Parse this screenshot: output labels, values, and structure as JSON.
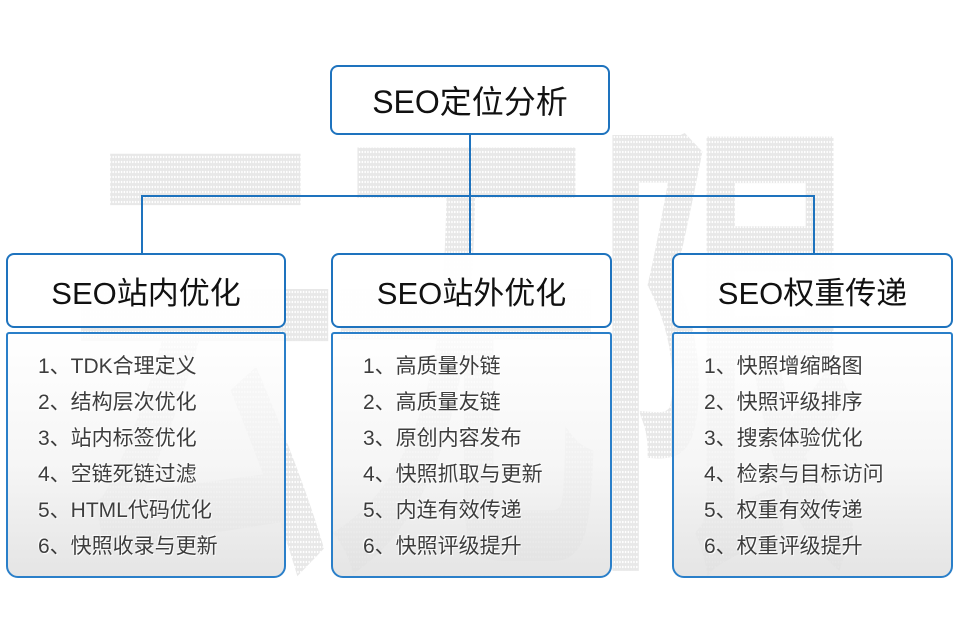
{
  "diagram": {
    "watermark": "云无限",
    "root_label": "SEO定位分析",
    "columns": [
      {
        "title": "SEO站内优化",
        "items": [
          "1、TDK合理定义",
          "2、结构层次优化",
          "3、站内标签优化",
          "4、空链死链过滤",
          "5、HTML代码优化",
          "6、快照收录与更新"
        ]
      },
      {
        "title": "SEO站外优化",
        "items": [
          "1、高质量外链",
          "2、高质量友链",
          "3、原创内容发布",
          "4、快照抓取与更新",
          "5、内连有效传递",
          "6、快照评级提升"
        ]
      },
      {
        "title": "SEO权重传递",
        "items": [
          "1、快照增缩略图",
          "2、快照评级排序",
          "3、搜索体验优化",
          "4、检索与目标访问",
          "5、权重有效传递",
          "6、权重评级提升"
        ]
      }
    ]
  },
  "colors": {
    "connector_blue": "#1e73be",
    "box_border_blue": "#2a7fc9",
    "watermark_gray": "#e8e8e8",
    "list_text": "#3d3d3d"
  }
}
